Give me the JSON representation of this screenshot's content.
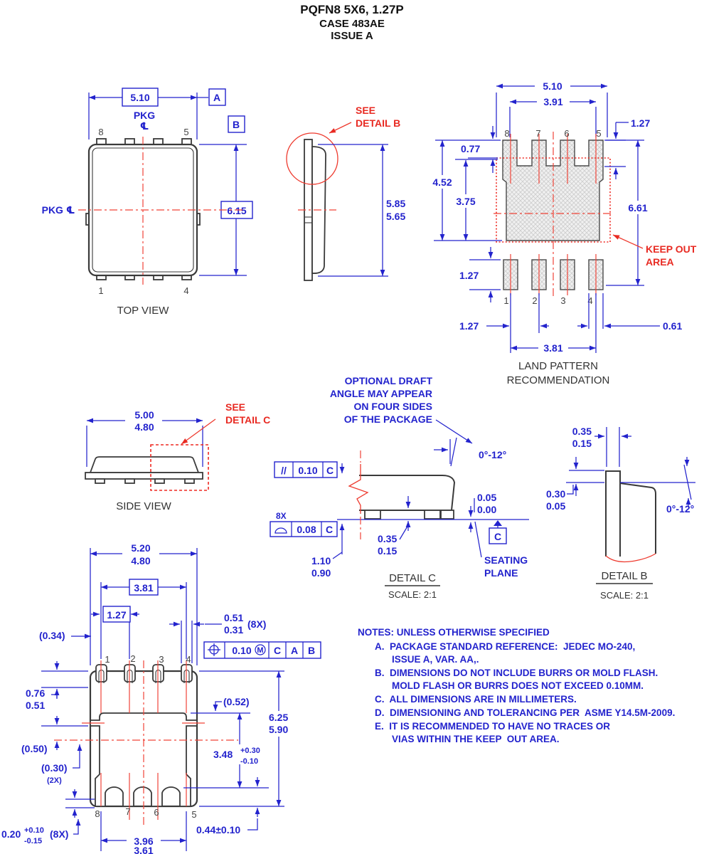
{
  "title": {
    "l1": "PQFN8 5X6, 1.27P",
    "l2": "CASE 483AE",
    "l3": "ISSUE A"
  },
  "colors": {
    "dimension_blue": "#2323cd",
    "centerline_red": "#f04438",
    "annotation_red": "#e82a22",
    "outline_black": "#3a3a3a",
    "pad_hatch": "#ececec"
  },
  "top_view": {
    "label": "TOP VIEW",
    "dim_width": "5.10",
    "dim_height": "6.15",
    "datum_a": "A",
    "datum_b": "B",
    "pkg": "PKG",
    "cl": "℄",
    "pkg_left": "PKG ℄",
    "pin_tl": "8",
    "pin_tr": "5",
    "pin_bl": "1",
    "pin_br": "4"
  },
  "side_profile": {
    "see1": "SEE",
    "see2": "DETAIL B",
    "dim1": "5.85",
    "dim2": "5.65"
  },
  "land_pattern": {
    "label1": "LAND PATTERN",
    "label2": "RECOMMENDATION",
    "dim_width": "5.10",
    "dim_inner": "3.91",
    "dim_pad_len_tr": "1.27",
    "dim_077": "0.77",
    "dim_452": "4.52",
    "dim_375": "3.75",
    "dim_661": "6.61",
    "dim_pad_len_b": "1.27",
    "dim_pitch_b": "1.27",
    "dim_061": "0.61",
    "dim_span": "3.81",
    "keepout1": "KEEP OUT",
    "keepout2": "AREA",
    "pins_top": [
      "8",
      "7",
      "6",
      "5"
    ],
    "pins_bottom": [
      "1",
      "2",
      "3",
      "4"
    ]
  },
  "side_view": {
    "label": "SIDE VIEW",
    "dim1": "5.00",
    "dim2": "4.80",
    "see1": "SEE",
    "see2": "DETAIL C"
  },
  "detail_c": {
    "note1": "OPTIONAL DRAFT",
    "note2": "ANGLE MAY APPEAR",
    "note3": "ON FOUR SIDES",
    "note4": "OF THE PACKAGE",
    "angle": "0°-12°",
    "fcf_parallel_sym_name": "parallelism-symbol",
    "fcf_parallel_sym": "//",
    "fcf_parallel_tol": "0.10",
    "fcf_parallel_datum": "C",
    "fcf_profile_qty": "8X",
    "fcf_profile_sym_name": "profile-of-surface-symbol",
    "fcf_profile_tol": "0.08",
    "fcf_profile_datum": "C",
    "standoff1": "0.05",
    "standoff2": "0.00",
    "lead_t1": "0.35",
    "lead_t2": "0.15",
    "height1": "1.10",
    "height2": "0.90",
    "datum_c": "C",
    "seating1": "SEATING",
    "seating2": "PLANE",
    "label": "DETAIL C",
    "scale": "SCALE: 2:1"
  },
  "detail_b": {
    "dim_w1": "0.35",
    "dim_w2": "0.15",
    "dim_s1": "0.30",
    "dim_s2": "0.05",
    "angle": "0°-12°",
    "label": "DETAIL B",
    "scale": "SCALE: 2:1"
  },
  "bottom_view": {
    "dim_w1": "5.20",
    "dim_w2": "4.80",
    "dim_span": "3.81",
    "dim_pitch": "1.27",
    "ref_034": "(0.34)",
    "pin_w1": "0.51",
    "pin_w2": "0.31",
    "pin_w_qty": "(8X)",
    "pos_sym_name": "position-symbol",
    "pos_tol": "0.10",
    "pos_mod": "M",
    "pos_d1": "C",
    "pos_d2": "A",
    "pos_d3": "B",
    "edge1": "0.76",
    "edge2": "0.51",
    "ref_050": "(0.50)",
    "ref_030": "(0.30)",
    "ref_030_qty": "(2X)",
    "ref_052": "(0.52)",
    "dim_h1": "6.25",
    "dim_h2": "5.90",
    "pad_dim": "3.48",
    "pad_tol_p": "+0.30",
    "pad_tol_m": "-0.10",
    "d020": "0.20",
    "d020_p": "+0.10",
    "d020_m": "-0.15",
    "d020_qty": "(8X)",
    "b1": "3.96",
    "b2": "3.61",
    "d044": "0.44±0.10",
    "pins_top": [
      "1",
      "2",
      "3",
      "4"
    ],
    "pins_bottom": [
      "8",
      "7",
      "6",
      "5"
    ]
  },
  "notes": {
    "n0": "NOTES: UNLESS OTHERWISE SPECIFIED",
    "a1": "A.  PACKAGE STANDARD REFERENCE:  JEDEC MO-240,",
    "a2": "ISSUE A, VAR. AA,.",
    "b1": "B.  DIMENSIONS DO NOT INCLUDE BURRS OR MOLD FLASH.",
    "b2": "MOLD FLASH OR BURRS DOES NOT EXCEED 0.10MM.",
    "c1": "C.  ALL DIMENSIONS ARE IN MILLIMETERS.",
    "d1": "D.  DIMENSIONING AND TOLERANCING PER  ASME Y14.5M-2009.",
    "e1": "E.  IT IS RECOMMENDED TO HAVE NO TRACES OR",
    "e2": "VIAS WITHIN THE KEEP  OUT AREA."
  }
}
